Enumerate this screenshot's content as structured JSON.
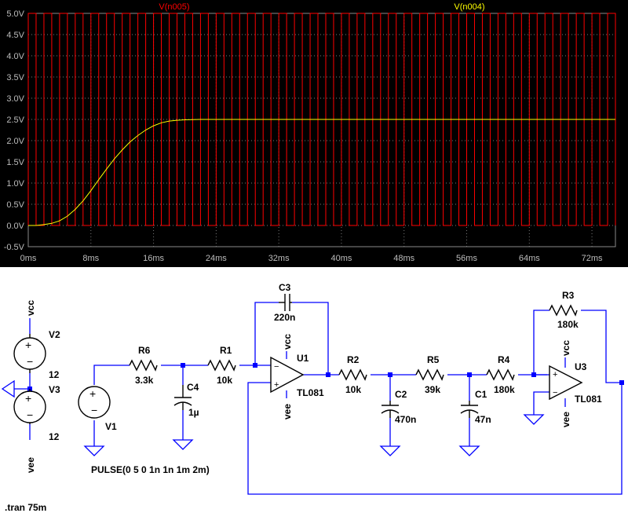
{
  "chart_data": {
    "type": "line",
    "x_unit": "ms",
    "y_unit": "V",
    "xlim": [
      0,
      75
    ],
    "ylim": [
      -0.5,
      5.0
    ],
    "x_ticks": [
      "0ms",
      "8ms",
      "16ms",
      "24ms",
      "32ms",
      "40ms",
      "48ms",
      "56ms",
      "64ms",
      "72ms"
    ],
    "y_ticks": [
      "5.0V",
      "4.5V",
      "4.0V",
      "3.5V",
      "3.0V",
      "2.5V",
      "2.0V",
      "1.5V",
      "1.0V",
      "0.5V",
      "0.0V",
      "-0.5V"
    ],
    "grid": true,
    "legend": "top",
    "series": [
      {
        "name": "V(n005)",
        "color": "#ff0000",
        "kind": "pulse",
        "low": 0,
        "high": 5,
        "period_ms": 2,
        "on_ms": 1,
        "start_ms": 0
      },
      {
        "name": "V(n004)",
        "color": "#ffff00",
        "kind": "curve",
        "x": [
          0,
          1,
          2,
          3,
          4,
          5,
          6,
          7,
          8,
          9,
          10,
          11,
          12,
          13,
          14,
          15,
          16,
          17,
          18,
          19,
          20,
          22,
          24,
          30,
          40,
          50,
          60,
          70,
          75
        ],
        "y": [
          0,
          0.0,
          0.02,
          0.05,
          0.11,
          0.22,
          0.38,
          0.58,
          0.82,
          1.08,
          1.33,
          1.57,
          1.78,
          1.97,
          2.12,
          2.25,
          2.35,
          2.42,
          2.46,
          2.48,
          2.49,
          2.5,
          2.5,
          2.5,
          2.5,
          2.5,
          2.5,
          2.5,
          2.5
        ]
      }
    ]
  },
  "schematic": {
    "nets": [
      "vcc",
      "vee"
    ],
    "sources": [
      {
        "ref": "V2",
        "value": "12"
      },
      {
        "ref": "V3",
        "value": "12"
      },
      {
        "ref": "V1",
        "value": "PULSE(0 5 0 1n 1n 1m 2m)"
      }
    ],
    "resistors": [
      {
        "ref": "R6",
        "value": "3.3k"
      },
      {
        "ref": "R1",
        "value": "10k"
      },
      {
        "ref": "R2",
        "value": "10k"
      },
      {
        "ref": "R5",
        "value": "39k"
      },
      {
        "ref": "R4",
        "value": "180k"
      },
      {
        "ref": "R3",
        "value": "180k"
      }
    ],
    "capacitors": [
      {
        "ref": "C4",
        "value": "1µ"
      },
      {
        "ref": "C3",
        "value": "220n"
      },
      {
        "ref": "C2",
        "value": "470n"
      },
      {
        "ref": "C1",
        "value": "47n"
      }
    ],
    "opamps": [
      {
        "ref": "U1",
        "model": "TL081"
      },
      {
        "ref": "U3",
        "model": "TL081"
      }
    ],
    "directive": ".tran 75m"
  }
}
